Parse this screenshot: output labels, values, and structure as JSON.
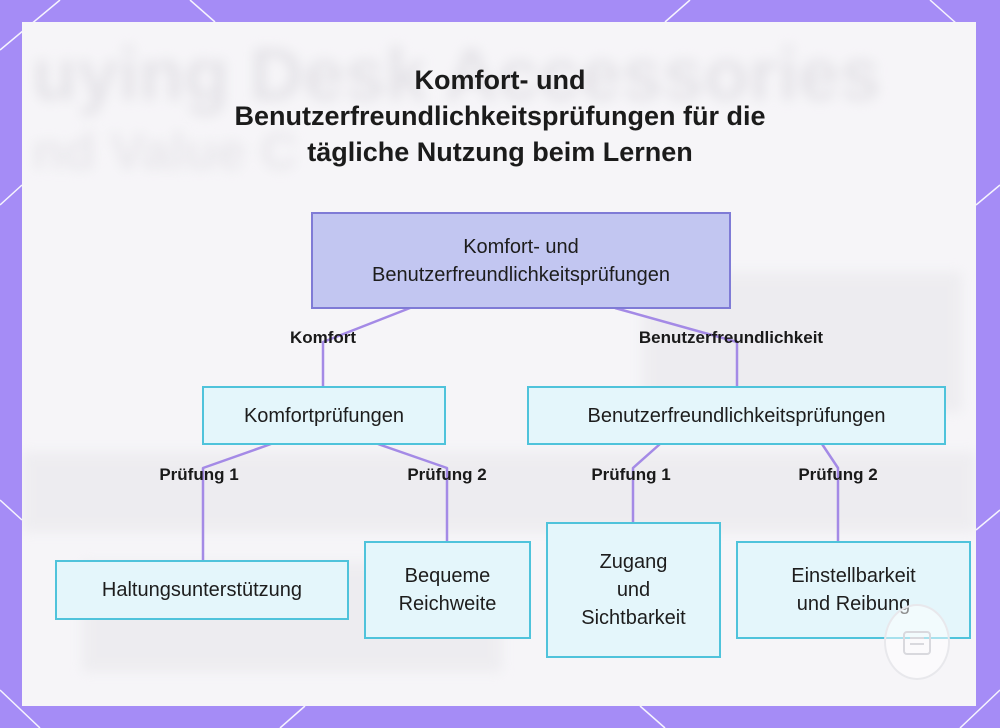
{
  "title": "Komfort- und Benutzerfreundlichkeitsprüfungen für die tägliche Nutzung beim Lernen",
  "background_text": {
    "line1": "uying Desk Accessories",
    "line2": "nd Value C"
  },
  "colors": {
    "frame": "#a58cf6",
    "root_fill": "#c2c6f1",
    "root_border": "#7f7bd6",
    "node_fill": "#e4f6fb",
    "node_border": "#4fc3db",
    "connector": "#a48ae6"
  },
  "root": {
    "line1": "Komfort- und",
    "line2": "Benutzerfreundlichkeitsprüfungen"
  },
  "branches": {
    "comfort": {
      "edge_label": "Komfort",
      "node": "Komfortprüfungen",
      "check1": {
        "edge_label": "Prüfung 1",
        "line1": "Haltungsunterstützung"
      },
      "check2": {
        "edge_label": "Prüfung 2",
        "line1": "Bequeme",
        "line2": "Reichweite"
      }
    },
    "usability": {
      "edge_label": "Benutzerfreundlichkeit",
      "node": "Benutzerfreundlichkeitsprüfungen",
      "check1": {
        "edge_label": "Prüfung 1",
        "line1": "Zugang",
        "line2": "und",
        "line3": "Sichtbarkeit"
      },
      "check2": {
        "edge_label": "Prüfung 2",
        "line1": "Einstellbarkeit",
        "line2": "und Reibung"
      }
    }
  },
  "logo_icon": "circular-logo-icon"
}
